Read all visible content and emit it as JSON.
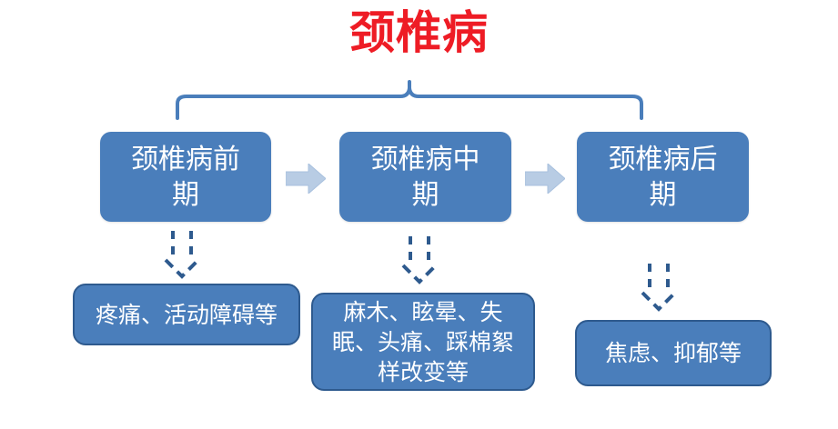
{
  "title": "颈椎病",
  "colors": {
    "title_red": "#ee1c25",
    "box_fill_blue": "#4a7ebb",
    "box_border_blue": "#2e5a8e",
    "brace_blue": "#4a7ebb",
    "block_arrow_blue": "#b8cce4",
    "block_arrow_border": "#9bb7d9",
    "dashed_arrow_blue": "#2e5a8e",
    "text_white": "#ffffff",
    "background": "#ffffff"
  },
  "brace": {
    "icon": "curly-brace-icon",
    "span_label": "颈椎病"
  },
  "stages": [
    {
      "id": "stage-pre",
      "label": "颈椎病前期",
      "icon": "rounded-rect-box"
    },
    {
      "id": "stage-mid",
      "label": "颈椎病中期",
      "icon": "rounded-rect-box"
    },
    {
      "id": "stage-post",
      "label": "颈椎病后期",
      "icon": "rounded-rect-box"
    }
  ],
  "stage_arrows": [
    {
      "id": "arrow-pre-to-mid",
      "icon": "block-arrow-right-icon"
    },
    {
      "id": "arrow-mid-to-post",
      "icon": "block-arrow-right-icon"
    }
  ],
  "dashed_arrows": [
    {
      "id": "dashed-arrow-pre",
      "icon": "dashed-arrow-down-icon"
    },
    {
      "id": "dashed-arrow-mid",
      "icon": "dashed-arrow-down-icon"
    },
    {
      "id": "dashed-arrow-post",
      "icon": "dashed-arrow-down-icon"
    }
  ],
  "symptoms": [
    {
      "id": "symptom-pre",
      "label": "疼痛、活动障碍等",
      "icon": "rounded-rect-box"
    },
    {
      "id": "symptom-mid",
      "label": "麻木、眩晕、失眠、头痛、踩棉絮样改变等",
      "icon": "rounded-rect-box"
    },
    {
      "id": "symptom-post",
      "label": "焦虑、抑郁等",
      "icon": "rounded-rect-box"
    }
  ]
}
